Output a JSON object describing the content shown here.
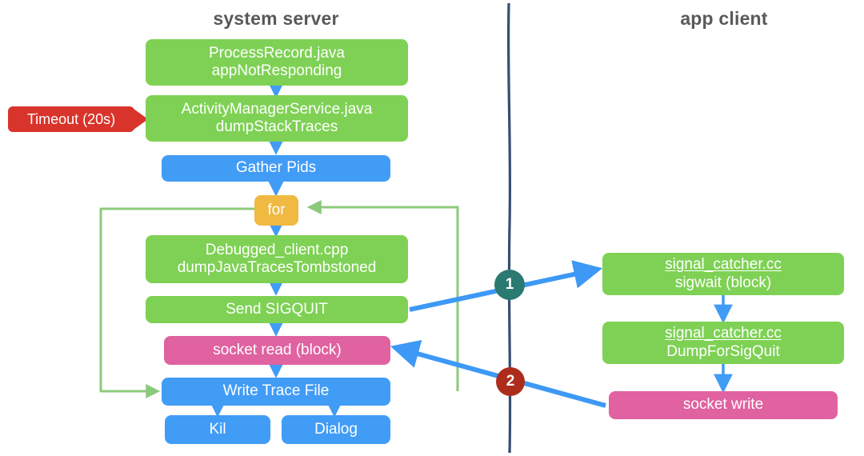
{
  "diagram": {
    "title_left": "system server",
    "title_right": "app client",
    "colors": {
      "green": "#7ed154",
      "blue": "#419cf6",
      "pink": "#e062a0",
      "orange": "#efb942",
      "red_callout": "#d9342b",
      "circle_1": "#2a7a72",
      "circle_2": "#ad2d1c",
      "loop_arrow_green": "#8dc97d",
      "divider": "#1f3a5f",
      "title_text": "#58595b"
    },
    "callout": {
      "label": "Timeout (20s)"
    },
    "markers": [
      {
        "name": "marker-1",
        "label": "1"
      },
      {
        "name": "marker-2",
        "label": "2"
      }
    ],
    "server_nodes": [
      {
        "id": "process-record",
        "line1": "ProcessRecord.java",
        "line2": "appNotResponding",
        "color": "green"
      },
      {
        "id": "activity-manager-service",
        "line1": "ActivityManagerService.java",
        "line2": "dumpStackTraces",
        "color": "green"
      },
      {
        "id": "gather-pids",
        "line1": "Gather Pids",
        "line2": "",
        "color": "blue"
      },
      {
        "id": "for-loop",
        "line1": "for",
        "line2": "",
        "color": "orange"
      },
      {
        "id": "debugged-client",
        "line1": "Debugged_client.cpp",
        "line2": "dumpJavaTracesTombstoned",
        "color": "green"
      },
      {
        "id": "send-sigquit",
        "line1": "Send SIGQUIT",
        "line2": "",
        "color": "green"
      },
      {
        "id": "socket-read",
        "line1": "socket read  (block)",
        "line2": "",
        "color": "pink"
      },
      {
        "id": "write-trace-file",
        "line1": "Write Trace File",
        "line2": "",
        "color": "blue"
      },
      {
        "id": "kill",
        "line1": "Kil",
        "line2": "",
        "color": "blue"
      },
      {
        "id": "dialog",
        "line1": "Dialog",
        "line2": "",
        "color": "blue"
      }
    ],
    "client_nodes": [
      {
        "id": "signal-catcher-sigwait",
        "line1": "signal_catcher.cc",
        "line2": "sigwait  (block)",
        "color": "green"
      },
      {
        "id": "signal-catcher-dumpforsigquit",
        "line1": "signal_catcher.cc",
        "line2": "DumpForSigQuit",
        "color": "green"
      },
      {
        "id": "socket-write",
        "line1": "socket write",
        "line2": "",
        "color": "pink"
      }
    ]
  }
}
